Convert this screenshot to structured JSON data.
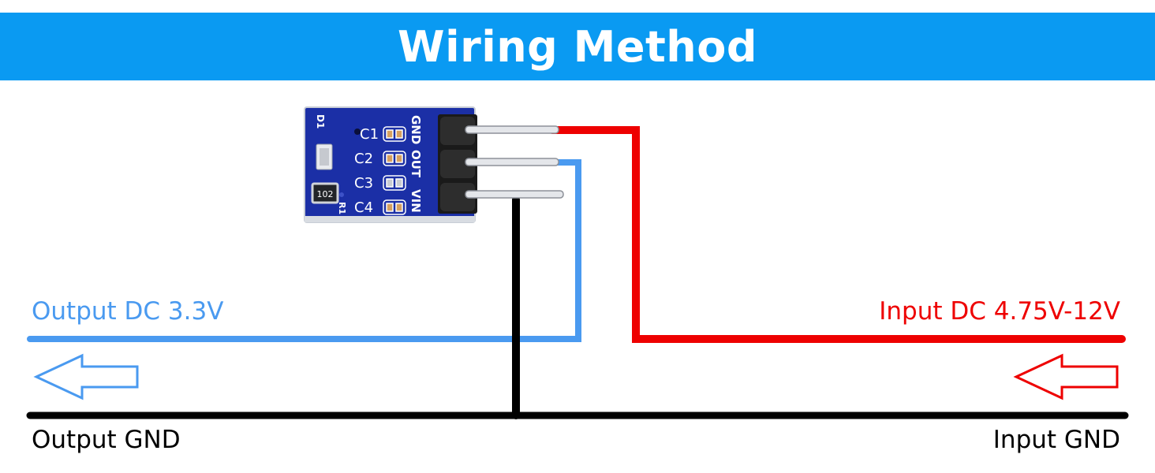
{
  "title": "Wiring Method",
  "colors": {
    "banner": "#0a9af2",
    "output_wire": "#4a9af0",
    "input_wire": "#ee0000",
    "gnd_wire": "#000000",
    "pcb": "#1b2fa6"
  },
  "labels": {
    "output_dc": "Output DC 3.3V",
    "input_dc": "Input DC 4.75V-12V",
    "output_gnd": "Output GND",
    "input_gnd": "Input GND"
  },
  "module": {
    "silkscreen": {
      "d1": "D1",
      "c1": "C1",
      "c2": "C2",
      "c3": "C3",
      "c4": "C4",
      "r1": "R1",
      "resistor_code": "102",
      "pin_gnd": "GND",
      "pin_out": "OUT",
      "pin_vin": "VIN"
    }
  },
  "arrows": {
    "output_direction": "left",
    "input_direction": "left"
  }
}
